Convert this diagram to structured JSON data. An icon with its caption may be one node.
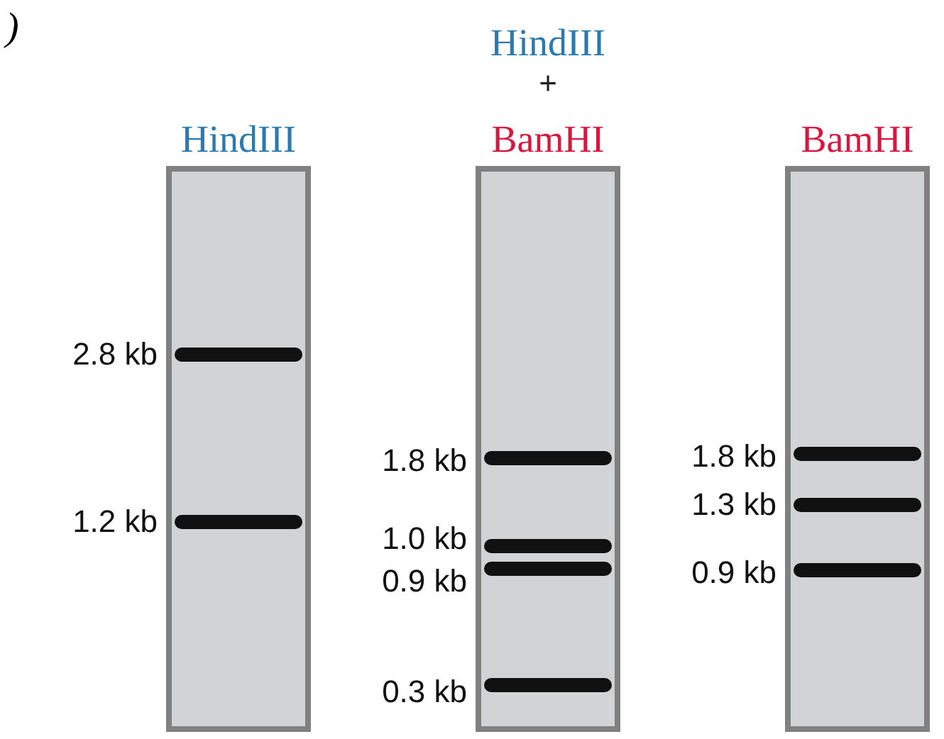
{
  "diagram": {
    "nodes": [
      {
        "text": [
          "HindIII"
        ]
      },
      {
        "text": [
          "HindIII",
          "+",
          "BamHI"
        ]
      },
      {
        "text": [
          "BamHI"
        ]
      },
      {
        "text": [],
        "shape": "bar",
        "in": 0,
        "beside": [
          "2.8 kb"
        ]
      },
      {
        "text": [],
        "shape": "bar",
        "in": 0,
        "beside": [
          "1.2 kb"
        ]
      },
      {
        "text": [],
        "shape": "bar",
        "in": 1,
        "beside": [
          "1.8 kb"
        ]
      },
      {
        "text": [],
        "shape": "bar",
        "in": 1,
        "beside": [
          "1.0 kb"
        ]
      },
      {
        "text": [],
        "shape": "bar",
        "in": 1,
        "beside": [
          "0.9 kb"
        ]
      },
      {
        "text": [],
        "shape": "bar",
        "in": 1,
        "beside": [
          "0.3 kb"
        ]
      },
      {
        "text": [],
        "shape": "bar",
        "in": 2,
        "beside": [
          "1.8 kb"
        ]
      },
      {
        "text": [],
        "shape": "bar",
        "in": 2,
        "beside": [
          "1.3 kb"
        ]
      },
      {
        "text": [],
        "shape": "bar",
        "in": 2,
        "beside": [
          "0.9 kb"
        ]
      }
    ],
    "labels": [
      ")"
    ]
  }
}
